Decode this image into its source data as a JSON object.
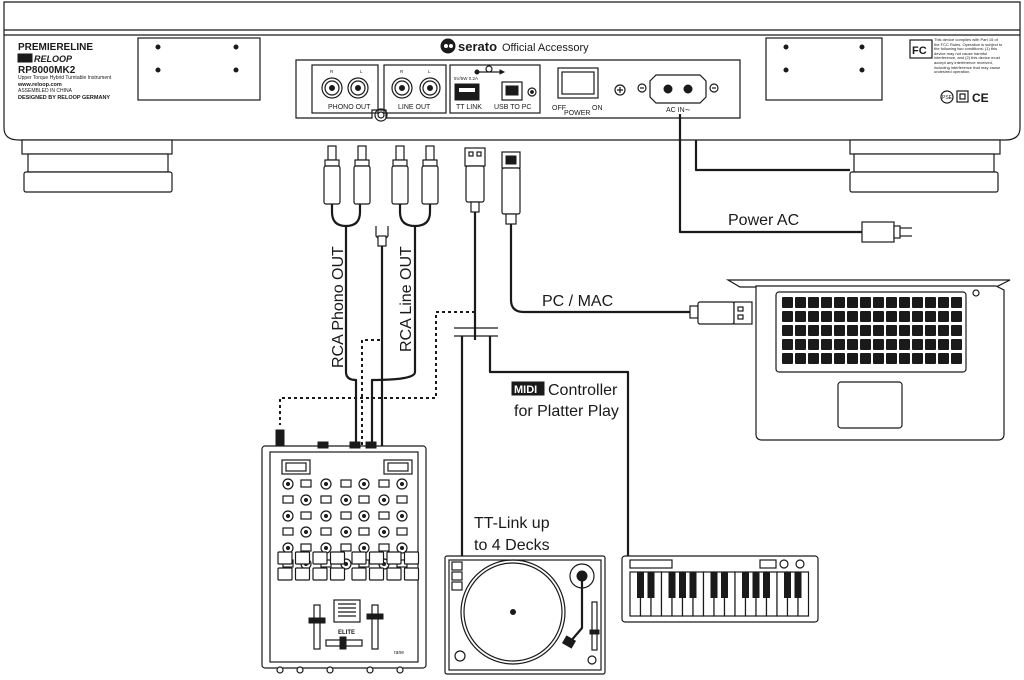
{
  "turntable_rear": {
    "brand_series": "PREMIERELINE",
    "brand": "RELOOP",
    "model": "RP8000MK2",
    "model_desc": "Upper Torque Hybrid Turntable Instrument",
    "website": "www.reloop.com",
    "assembled": "ASSEMBLED IN CHINA",
    "designed": "DESIGNED BY RELOOP GERMANY",
    "serato_logo": "serato",
    "serato_text": "Official Accessory",
    "fcc_text": "This device complies with Part 15 of the FCC Rules. Operation is subject to the following two conditions: (1) this device may not cause harmful interference, and (2) this device must accept any interference received, including interference that may cause undesired operation.",
    "ports": {
      "phono_out": "PHONO OUT",
      "line_out": "LINE OUT",
      "tt_link": "TT LINK",
      "tt_link_spec": "5V/5W 0.2A",
      "usb_to_pc": "USB TO PC",
      "power_off": "OFF",
      "power_on": "ON",
      "power": "POWER",
      "ac_in": "AC IN∼",
      "r": "R",
      "l": "L"
    }
  },
  "labels": {
    "power_ac": "Power AC",
    "pc_mac": "PC / MAC",
    "rca_phono": "RCA  Phono OUT",
    "rca_line": "RCA  Line OUT",
    "midi_word": "MIDI",
    "midi_controller": "Controller",
    "platter_play": "for Platter Play",
    "tt_link_up": "TT-Link up",
    "to_4_decks": "to 4 Decks"
  },
  "mixer": {
    "name": "ELITE",
    "brand": "rane"
  }
}
